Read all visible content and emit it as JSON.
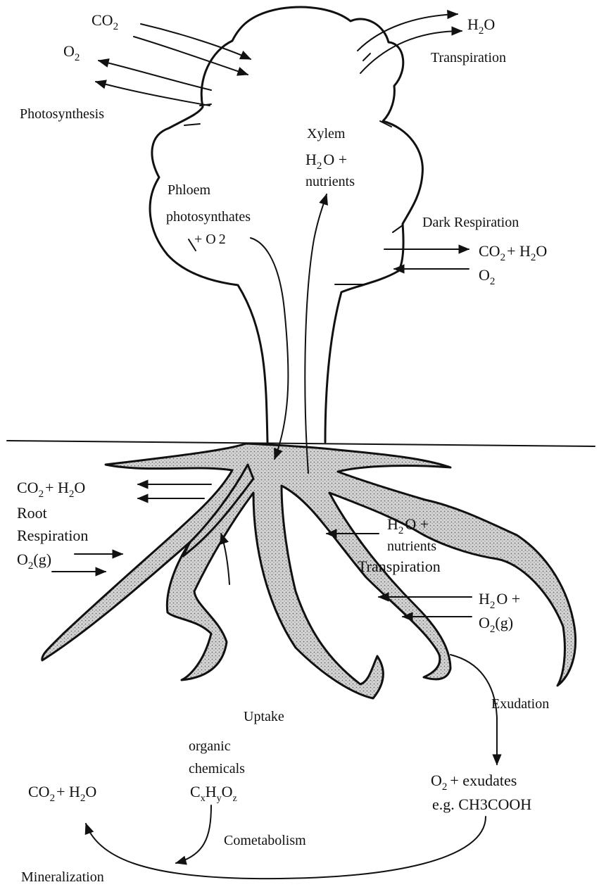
{
  "colors": {
    "ink": "#111111",
    "root_fill": "#c8c8c8",
    "background": "#ffffff"
  },
  "canopy": {
    "co2": "CO",
    "co2_sub": "2",
    "o2": "O",
    "o2_sub": "2",
    "photosynthesis": "Photosynthesis",
    "h2o_h": "H",
    "h2o_sub": "2",
    "h2o_o": "O",
    "transpiration": "Transpiration",
    "xylem": "Xylem",
    "xylem_h2o_h": "H",
    "xylem_h2o_sub": "2",
    "xylem_h2o_rest": "O +",
    "xylem_nutrients": "nutrients",
    "phloem": "Phloem",
    "phloem_photosynthates": "photosynthates",
    "phloem_o2_prefix": "+ O",
    "phloem_o2_sub": "2",
    "dark_respiration": "Dark Respiration",
    "dark_out_co2": "CO",
    "dark_out_co2_sub": "2",
    "dark_out_plus_h": "+ H",
    "dark_out_h2o_sub": "2",
    "dark_out_o": "O",
    "dark_in_o2": "O",
    "dark_in_o2_sub": "2"
  },
  "roots": {
    "out_co2": "CO",
    "out_co2_sub": "2",
    "out_plus_h": "+ H",
    "out_h2o_sub": "2",
    "out_o": "O",
    "root": "Root",
    "respiration": "Respiration",
    "in_o2": "O",
    "in_o2_sub": "2",
    "in_o2_g": "(g)",
    "water_h": "H",
    "water_sub": "2",
    "water_rest": "O +",
    "nutrients": "nutrients",
    "transpiration": "Transpiration",
    "water2_h": "H",
    "water2_sub": "2",
    "water2_rest": "O +",
    "o2g_o": "O",
    "o2g_sub": "2",
    "o2g_g": "(g)"
  },
  "soil": {
    "uptake": "Uptake",
    "organic": "organic",
    "chemicals": "chemicals",
    "formula_c": "C",
    "formula_x": "x",
    "formula_h": "H",
    "formula_y": "y",
    "formula_o": "O",
    "formula_z": "z",
    "exudation": "Exudation",
    "exudates_o": "O",
    "exudates_sub": "2",
    "exudates_rest": "+ exudates",
    "example": "e.g. CH3COOH",
    "mineral_co2": "CO",
    "mineral_co2_sub": "2",
    "mineral_plus_h": "+ H",
    "mineral_h2o_sub": "2",
    "mineral_o": "O",
    "cometabolism": "Cometabolism",
    "mineralization": "Mineralization"
  }
}
